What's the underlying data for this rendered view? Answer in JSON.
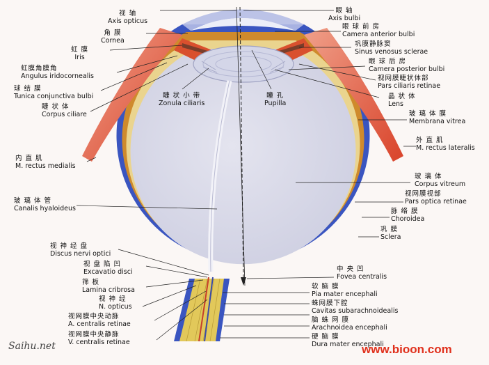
{
  "diagram": {
    "labels": {
      "axis_opticus": {
        "cn": "视 轴",
        "la": "Axis opticus"
      },
      "cornea": {
        "cn": "角 膜",
        "la": "Cornea"
      },
      "iris": {
        "cn": "虹 膜",
        "la": "Iris"
      },
      "angulus": {
        "cn": "虹膜角膜角",
        "la": "Angulus iridocornealis"
      },
      "tunica": {
        "cn": "球 结 膜",
        "la": "Tunica conjunctiva bulbi"
      },
      "corpus_ciliare": {
        "cn": "睫 状 体",
        "la": "Corpus ciliare"
      },
      "zonula": {
        "cn": "睫 状 小 带",
        "la": "Zonula ciliaris"
      },
      "pupilla": {
        "cn": "瞳 孔",
        "la": "Pupilla"
      },
      "rectus_medialis": {
        "cn": "内 直 肌",
        "la": "M. rectus medialis"
      },
      "canalis": {
        "cn": "玻 璃 体 管",
        "la": "Canalis hyaloideus"
      },
      "discus": {
        "cn": "视 神 经 盘",
        "la": "Discus nervi optici"
      },
      "excavatio": {
        "cn": "视 盘 陷 凹",
        "la": "Excavatio disci"
      },
      "lamina": {
        "cn": "筛 板",
        "la": "Lamina cribrosa"
      },
      "n_opticus": {
        "cn": "视 神 经",
        "la": "N. opticus"
      },
      "a_centralis": {
        "cn": "视网膜中央动脉",
        "la": "A. centralis retinae"
      },
      "v_centralis": {
        "cn": "视网膜中央静脉",
        "la": "V. centralis retinae"
      },
      "axis_bulbi": {
        "cn": "眼 轴",
        "la": "Axis bulbi"
      },
      "camera_anterior": {
        "cn": "眼 球 前 房",
        "la": "Camera anterior bulbi"
      },
      "sinus": {
        "cn": "巩膜静脉窦",
        "la": "Sinus venosus sclerae"
      },
      "camera_posterior": {
        "cn": "眼 球 后 房",
        "la": "Camera posterior bulbi"
      },
      "pars_ciliaris": {
        "cn": "视网膜睫状体部",
        "la": "Pars ciliaris retinae"
      },
      "lens": {
        "cn": "晶 状 体",
        "la": "Lens"
      },
      "membrana": {
        "cn": "玻 璃 体 膜",
        "la": "Membrana vitrea"
      },
      "rectus_lateralis": {
        "cn": "外 直 肌",
        "la": "M. rectus lateralis"
      },
      "corpus_vitreum": {
        "cn": "玻 璃 体",
        "la": "Corpus vitreum"
      },
      "pars_optica": {
        "cn": "视网膜视部",
        "la": "Pars optica retinae"
      },
      "choroidea": {
        "cn": "脉 络 膜",
        "la": "Choroidea"
      },
      "sclera": {
        "cn": "巩 膜",
        "la": "Sclera"
      },
      "fovea": {
        "cn": "中 央 凹",
        "la": "Fovea centralis"
      },
      "pia": {
        "cn": "软 脑 膜",
        "la": "Pia mater encephali"
      },
      "cavitas": {
        "cn": "蛛网膜下腔",
        "la": "Cavitas subarachnoidealis"
      },
      "arachnoidea": {
        "cn": "脑 蛛 网 膜",
        "la": "Arachnoidea encephali"
      },
      "dura": {
        "cn": "硬 脑 膜",
        "la": "Dura mater encephali"
      }
    },
    "watermarks": {
      "left": "Saihu.net",
      "right": "www.bioon.com"
    },
    "colors": {
      "sclera": "#3a55c0",
      "choroid": "#cf8a2c",
      "retina": "#e7cf86",
      "vitreous": "#dcdcea",
      "muscle": "#e25a3a",
      "nerve": "#e2c85a"
    }
  }
}
